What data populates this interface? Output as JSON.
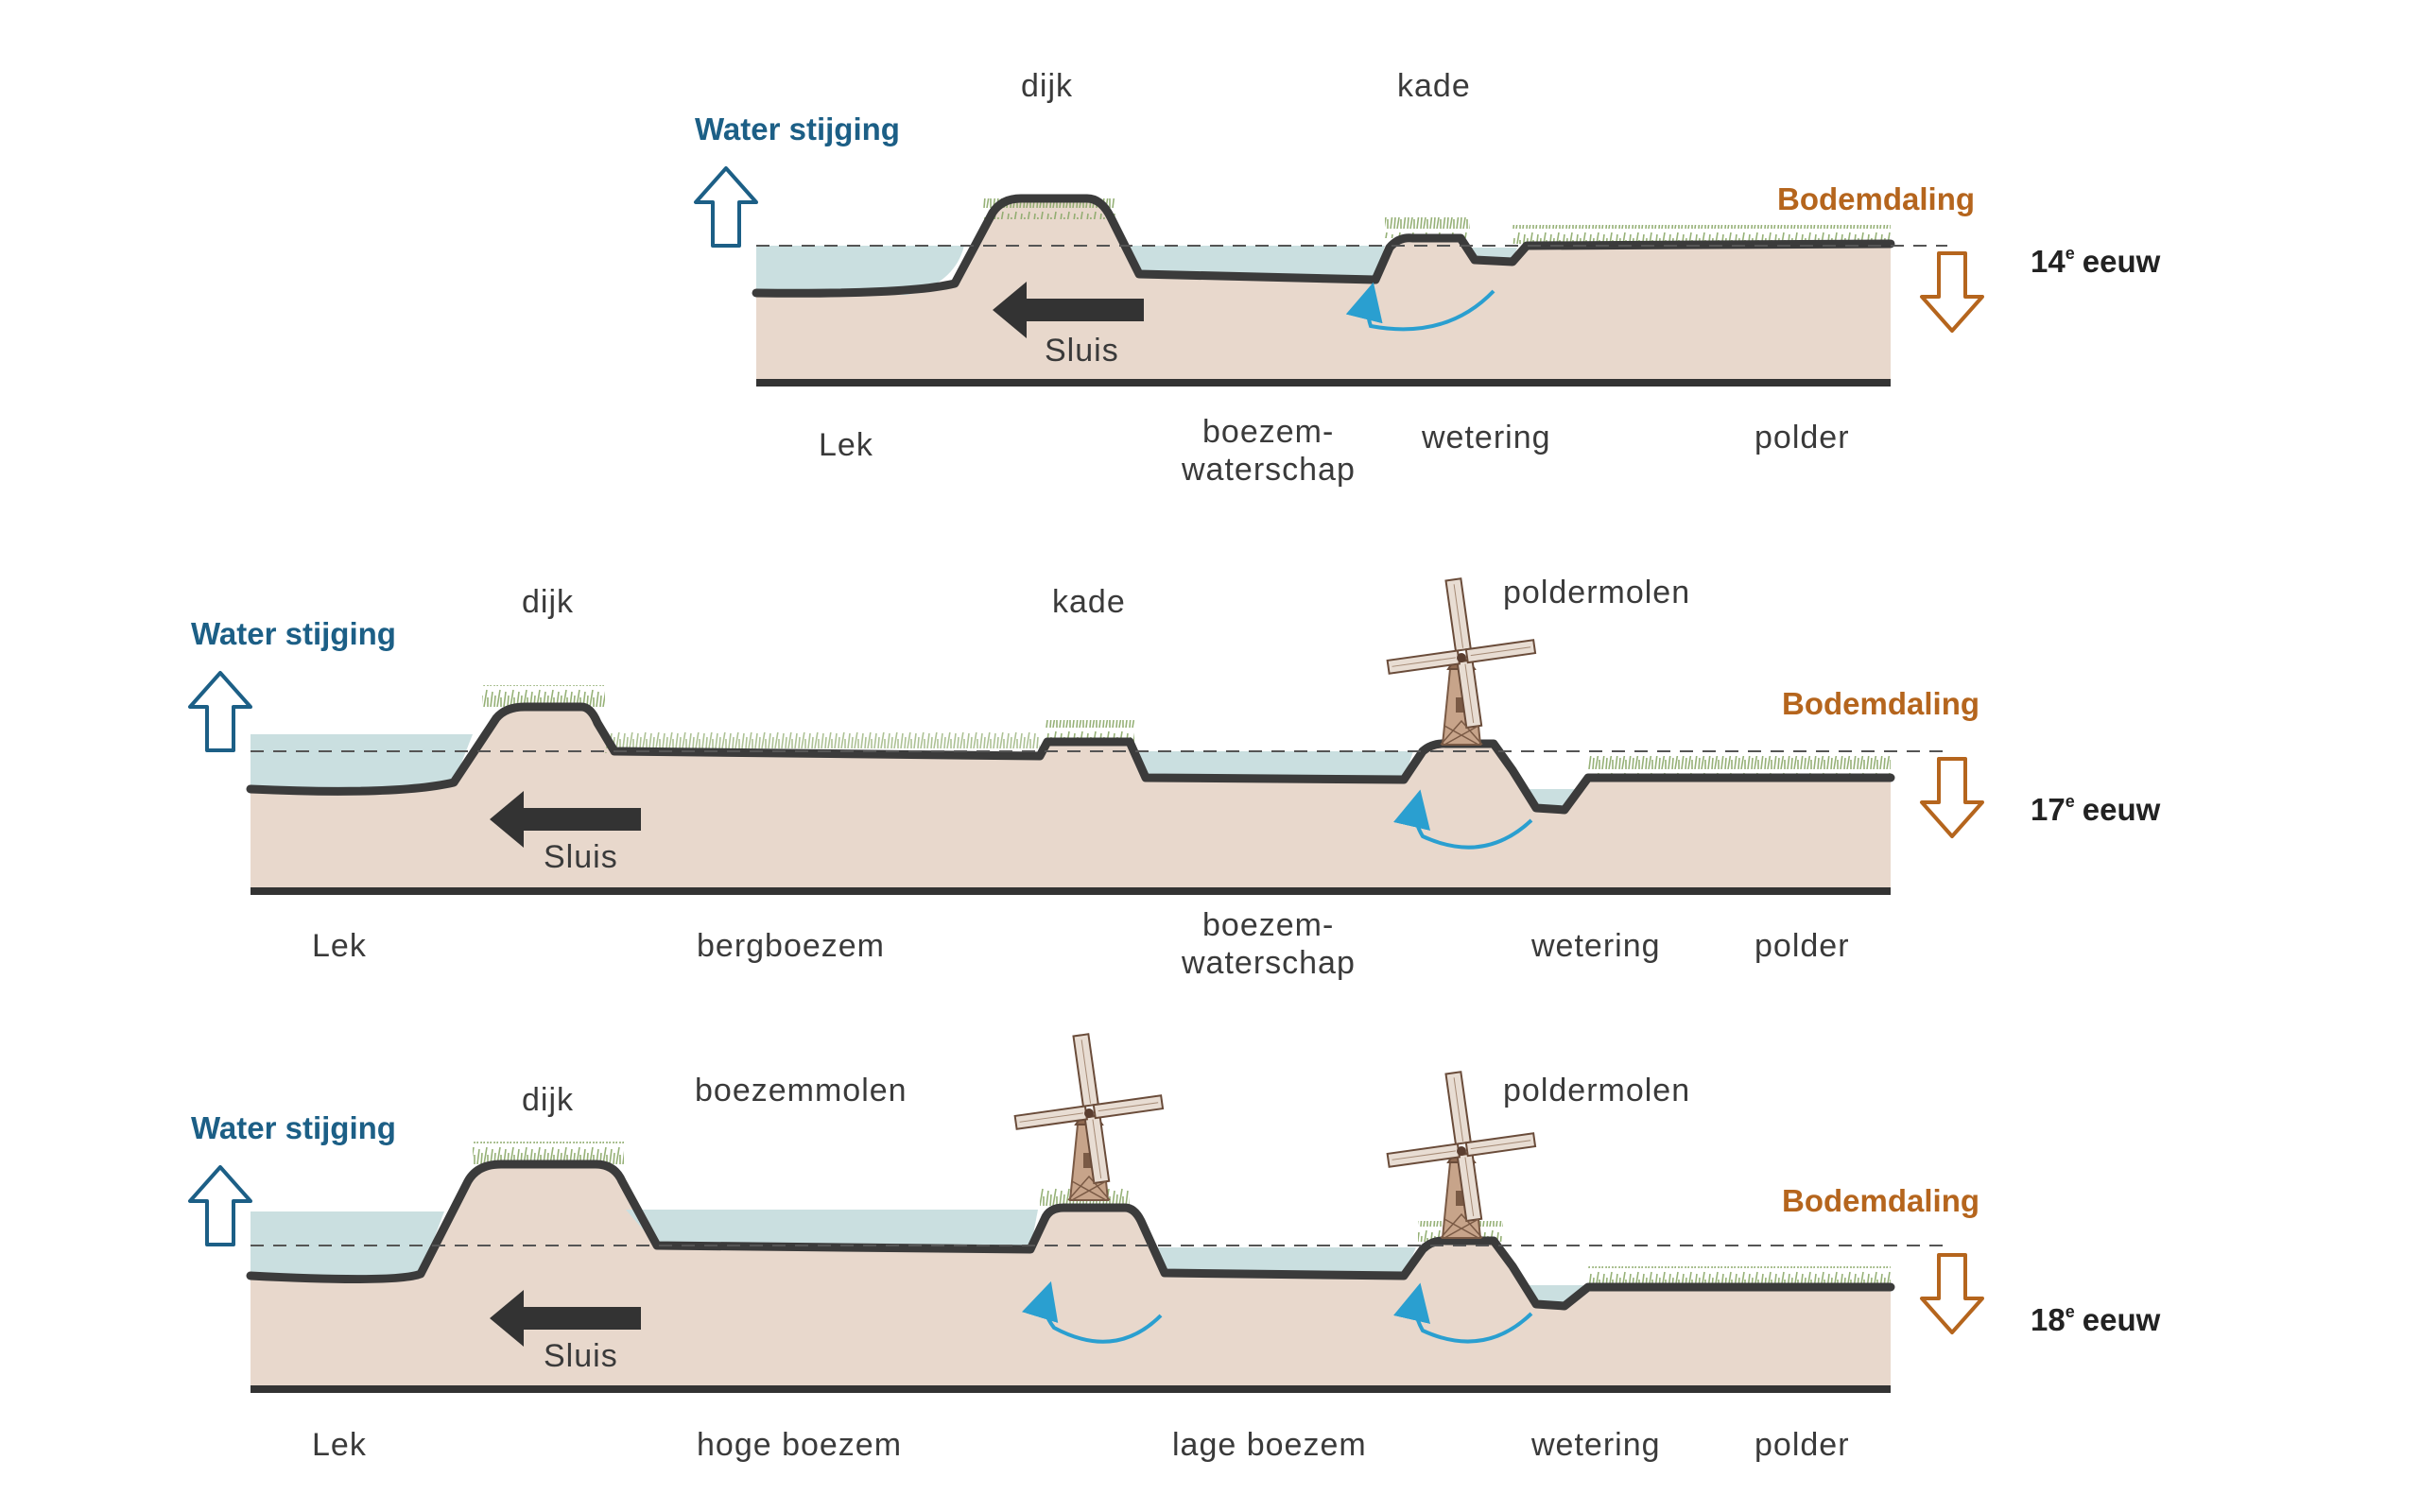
{
  "colors": {
    "land": "#e8d8cc",
    "water": "#cadfe0",
    "outline": "#3b3b3b",
    "blue_text": "#1c5f86",
    "orange": "#b5651d",
    "flow_arrow": "#2a9fd0",
    "grass": "#8aa868"
  },
  "panels": [
    {
      "era_number": "14",
      "era_sup": "e",
      "era_word": "eeuw",
      "water_rise": "Water stijging",
      "subsidence": "Bodemdaling",
      "sluice": "Sluis",
      "dyke": "dijk",
      "quay": "kade",
      "zones": [
        "Lek",
        "boezem-",
        "waterschap",
        "wetering",
        "polder"
      ]
    },
    {
      "era_number": "17",
      "era_sup": "e",
      "era_word": "eeuw",
      "water_rise": "Water stijging",
      "subsidence": "Bodemdaling",
      "sluice": "Sluis",
      "dyke": "dijk",
      "quay": "kade",
      "mill": "poldermolen",
      "zones": [
        "Lek",
        "bergboezem",
        "boezem-",
        "waterschap",
        "wetering",
        "polder"
      ]
    },
    {
      "era_number": "18",
      "era_sup": "e",
      "era_word": "eeuw",
      "water_rise": "Water stijging",
      "subsidence": "Bodemdaling",
      "sluice": "Sluis",
      "dyke": "dijk",
      "mill_1": "boezemmolen",
      "mill_2": "poldermolen",
      "zones": [
        "Lek",
        "hoge boezem",
        "lage boezem",
        "wetering",
        "polder"
      ]
    }
  ]
}
